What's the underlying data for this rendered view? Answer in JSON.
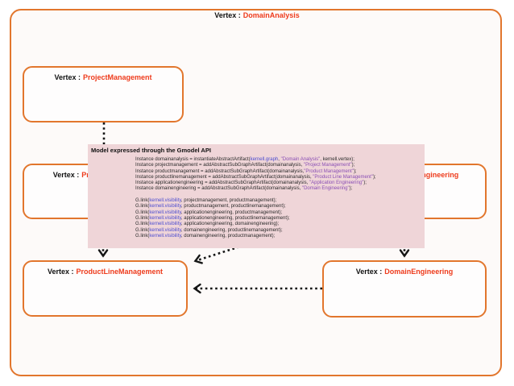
{
  "labels": {
    "vertex_prefix": "Vertex :"
  },
  "outer": {
    "prefix": "Vertex :",
    "name": "DomainAnalysis"
  },
  "vertices": {
    "projectmanagement": {
      "prefix": "Vertex :",
      "name": "ProjectManagement"
    },
    "productmanagement": {
      "prefix": "Vertex :",
      "name": "ProductManagement"
    },
    "applicationengineering": {
      "prefix": "Vertex :",
      "name": "ApplicationEngineering"
    },
    "productlinemanagement": {
      "prefix": "Vertex :",
      "name": "ProductLineManagement"
    },
    "domainengineering": {
      "prefix": "Vertex :",
      "name": "DomainEngineering"
    }
  },
  "panel": {
    "title": "Model expressed through the Gmodel API",
    "lines": [
      [
        {
          "c": "plain",
          "t": "Instance domainanalysis = instantiateAbstractArtifact("
        },
        {
          "c": "kw",
          "t": "kernell.graph"
        },
        {
          "c": "plain",
          "t": ", "
        },
        {
          "c": "str",
          "t": "\"Domain Analysis\""
        },
        {
          "c": "plain",
          "t": ", kernell.vertex);"
        }
      ],
      [
        {
          "c": "plain",
          "t": "Instance projectmanagement = addAbstractSubGraphArtifact(domainanalysis, "
        },
        {
          "c": "str",
          "t": "\"Project Management\""
        },
        {
          "c": "plain",
          "t": ");"
        }
      ],
      [
        {
          "c": "plain",
          "t": "Instance productmanagement = addAbstractSubGraphArtifact(domainanalysis,"
        },
        {
          "c": "str",
          "t": "\"Product Management\""
        },
        {
          "c": "plain",
          "t": ");"
        }
      ],
      [
        {
          "c": "plain",
          "t": "Instance productlinemanagement = addAbstractSubGraphArtifact(domainanalysis, "
        },
        {
          "c": "str",
          "t": "\"Product Line Management\""
        },
        {
          "c": "plain",
          "t": ");"
        }
      ],
      [
        {
          "c": "plain",
          "t": "Instance applicationengineering = addAbstractSubGraphArtifact(domainanalysis, "
        },
        {
          "c": "str",
          "t": "\"Application Engineering\""
        },
        {
          "c": "plain",
          "t": ");"
        }
      ],
      [
        {
          "c": "plain",
          "t": "Instance domainengineering = addAbstractSubGraphArtifact(domainanalysis, "
        },
        {
          "c": "str",
          "t": "\"Domain Engineering\""
        },
        {
          "c": "plain",
          "t": ");"
        }
      ],
      [],
      [
        {
          "c": "plain",
          "t": "G.link("
        },
        {
          "c": "kw",
          "t": "kernell.visibility"
        },
        {
          "c": "plain",
          "t": ", projectmanagement, productmanagement);"
        }
      ],
      [
        {
          "c": "plain",
          "t": "G.link("
        },
        {
          "c": "kw",
          "t": "kernell.visibility"
        },
        {
          "c": "plain",
          "t": ", productmanagement, productlinemanagement);"
        }
      ],
      [
        {
          "c": "plain",
          "t": "G.link("
        },
        {
          "c": "kw",
          "t": "kernell.visibility"
        },
        {
          "c": "plain",
          "t": ", applicationengineering, productmanagement);"
        }
      ],
      [
        {
          "c": "plain",
          "t": "G.link("
        },
        {
          "c": "kw",
          "t": "kernell.visibility"
        },
        {
          "c": "plain",
          "t": ", applicationengineering, productlinemanagement);"
        }
      ],
      [
        {
          "c": "plain",
          "t": "G.link("
        },
        {
          "c": "kw",
          "t": "kernell.visibility"
        },
        {
          "c": "plain",
          "t": ", applicationengineering, domainengineering);"
        }
      ],
      [
        {
          "c": "plain",
          "t": "G.link("
        },
        {
          "c": "kw",
          "t": "kernell.visibility"
        },
        {
          "c": "plain",
          "t": ", domainengineering, productlinemanagement);"
        }
      ],
      [
        {
          "c": "plain",
          "t": "G.link("
        },
        {
          "c": "kw",
          "t": "kernell.visibility"
        },
        {
          "c": "plain",
          "t": ", domainengineering, productmanagement);"
        }
      ]
    ]
  },
  "colors": {
    "box_border_orange": "#E2762D",
    "vertex_name_red": "#EE3B1C",
    "panel_pink": "#EFD5D8",
    "code_keyword_blue": "#4d4dcf",
    "code_string_purple": "#8a4fb5",
    "connector_black": "#151515"
  }
}
